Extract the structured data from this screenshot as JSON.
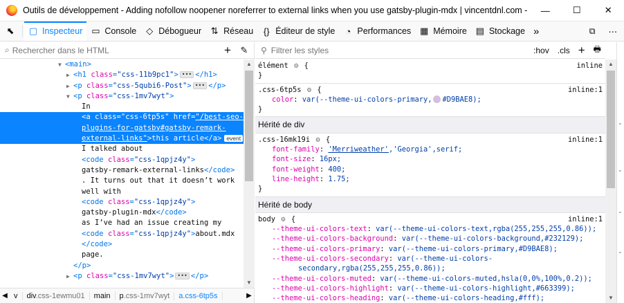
{
  "window": {
    "title": "Outils de développement - Adding nofollow noopener noreferrer to external links when you use gatsby-plugin-mdx | vincentdnl.com - h...",
    "minimize": "—",
    "maximize": "☐",
    "close": "✕"
  },
  "toolbar": {
    "picker_icon": "⬉",
    "tabs": [
      {
        "label": "Inspecteur",
        "icon": "▢"
      },
      {
        "label": "Console",
        "icon": "▭"
      },
      {
        "label": "Débogueur",
        "icon": "◇"
      },
      {
        "label": "Réseau",
        "icon": "⇅"
      },
      {
        "label": "Éditeur de style",
        "icon": "{}"
      },
      {
        "label": "Performances",
        "icon": "◔"
      },
      {
        "label": "Mémoire",
        "icon": "▦"
      },
      {
        "label": "Stockage",
        "icon": "▤"
      }
    ],
    "more": "»",
    "dock_icon": "⧉",
    "menu_icon": "⋯"
  },
  "markup": {
    "search_placeholder": "Rechercher dans le HTML",
    "add_node": "+",
    "eyedropper": "✎",
    "nodes": {
      "main_open": "<main>",
      "h1_tag": "h1",
      "h1_class_attr": "class",
      "h1_class_val": "\"css-11b9pc1\"",
      "h1_close": "</h1>",
      "p1_class_val": "\"css-5qubi6-Post\"",
      "p_close": "</p>",
      "p2_class_val": "\"css-1mv7wyt\"",
      "text_in": "In",
      "a_tag": "a",
      "a_class_val": "\"css-6tp5s\"",
      "a_href_attr": "href",
      "a_href_val_1": "\"/best-seo-",
      "a_href_val_2": "plugins-for-gatsby#gatsby-remark-",
      "a_href_val_3": "external-links\"",
      "a_text": "this article",
      "a_close": "</a>",
      "event_badge": "event",
      "text_talked": "I talked about",
      "code_tag": "code",
      "code_class_val": "\"css-1qpjz4y\"",
      "code1_text": "gatsby-remark-external-links",
      "code_close": "</code>",
      "text_turns_1": ". It turns out that it doesn’t work",
      "text_turns_2": "well with",
      "code2_text": "gatsby-plugin-mdx",
      "text_issue": "as I’ve had an issue creating my",
      "code3_text": "about.mdx",
      "text_page": "page.",
      "p_last_class_val": "\"css-1mv7wyt\""
    }
  },
  "breadcrumbs": [
    {
      "tag": "v",
      "cls": ""
    },
    {
      "tag": "div",
      "cls": ".css-1ewmu01"
    },
    {
      "tag": "main",
      "cls": ""
    },
    {
      "tag": "p",
      "cls": ".css-1mv7wyt"
    },
    {
      "tag": "a",
      "cls": ".css-6tp5s"
    }
  ],
  "rules": {
    "filter_placeholder": "Filtrer les styles",
    "hov": ":hov",
    "cls": ".cls",
    "add": "+",
    "print": "🖶",
    "element": {
      "selector": "élément",
      "source": "inline"
    },
    "a_rule": {
      "selector": ".css-6tp5s",
      "source": "inline:1",
      "decls": [
        {
          "name": "color",
          "value": "var(--theme-ui-colors-primary,",
          "swatch": "#D9BAE8",
          "tail": "#D9BAE8);"
        }
      ]
    },
    "inherited_div": "Hérité de div",
    "div_rule": {
      "selector": ".css-16mk19i",
      "source": "inline:1",
      "font_family_name": "font-family",
      "font_family_link": "'Merriweather'",
      "font_family_rest": ",'Georgia',serif;",
      "font_size_name": "font-size",
      "font_size_val": "16px;",
      "font_weight_name": "font-weight",
      "font_weight_val": "400;",
      "line_height_name": "line-height",
      "line_height_val": "1.75;"
    },
    "inherited_body": "Hérité de body",
    "body_rule": {
      "selector": "body",
      "source": "inline:1",
      "decls": [
        {
          "name": "--theme-ui-colors-text",
          "value": "var(--theme-ui-colors-text,rgba(255,255,255,0.86));"
        },
        {
          "name": "--theme-ui-colors-background",
          "value": "var(--theme-ui-colors-background,#232129);"
        },
        {
          "name": "--theme-ui-colors-primary",
          "value": "var(--theme-ui-colors-primary,#D9BAE8);"
        },
        {
          "name": "--theme-ui-colors-secondary",
          "value": "var(--theme-ui-colors-"
        },
        {
          "name": "",
          "value": "secondary,rgba(255,255,255,0.86));"
        },
        {
          "name": "--theme-ui-colors-muted",
          "value": "var(--theme-ui-colors-muted,hsla(0,0%,100%,0.2));"
        },
        {
          "name": "--theme-ui-colors-highlight",
          "value": "var(--theme-ui-colors-highlight,#663399);"
        },
        {
          "name": "--theme-ui-colors-heading",
          "value": "var(--theme-ui-colors-heading,#fff);"
        }
      ]
    }
  },
  "colors": {
    "accent": "#0a84ff",
    "tag": "#0074e8",
    "attr_name": "#dd00a9",
    "attr_value": "#003eaa"
  }
}
